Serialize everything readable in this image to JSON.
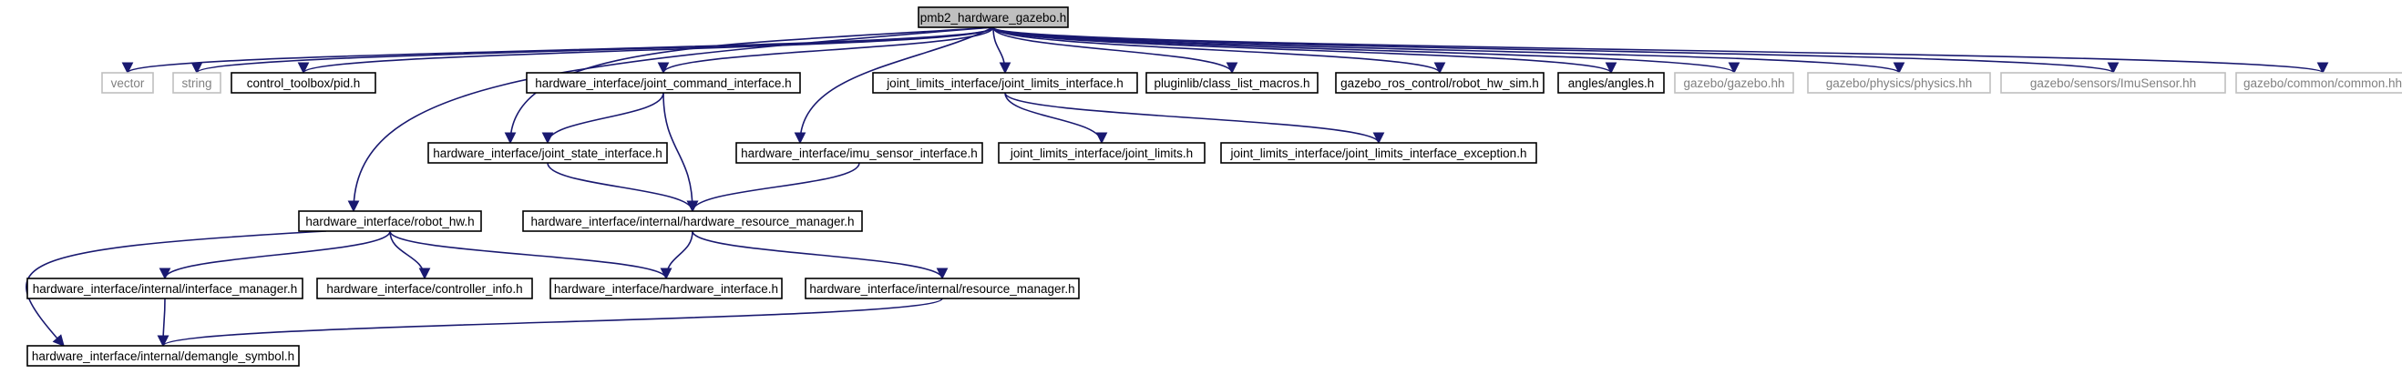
{
  "diagram": {
    "title": "",
    "nodes": {
      "root": "pmb2_hardware_gazebo.h",
      "vector": "vector",
      "string": "string",
      "pid": "control_toolbox/pid.h",
      "joint_command": "hardware_interface/joint_command_interface.h",
      "joint_limits_iface": "joint_limits_interface/joint_limits_interface.h",
      "class_list": "pluginlib/class_list_macros.h",
      "robot_hw_sim": "gazebo_ros_control/robot_hw_sim.h",
      "angles": "angles/angles.h",
      "gazebo": "gazebo/gazebo.hh",
      "physics": "gazebo/physics/physics.hh",
      "imu_sensor": "gazebo/sensors/ImuSensor.hh",
      "common": "gazebo/common/common.hh",
      "joint_state": "hardware_interface/joint_state_interface.h",
      "imu_iface": "hardware_interface/imu_sensor_interface.h",
      "joint_limits": "joint_limits_interface/joint_limits.h",
      "joint_limits_exc": "joint_limits_interface/joint_limits_interface_exception.h",
      "robot_hw": "hardware_interface/robot_hw.h",
      "hw_resource_mgr": "hardware_interface/internal/hardware_resource_manager.h",
      "interface_mgr": "hardware_interface/internal/interface_manager.h",
      "controller_info": "hardware_interface/controller_info.h",
      "hw_iface": "hardware_interface/hardware_interface.h",
      "resource_mgr": "hardware_interface/internal/resource_manager.h",
      "demangle": "hardware_interface/internal/demangle_symbol.h"
    },
    "external_nodes": [
      "vector",
      "string",
      "gazebo",
      "physics",
      "imu_sensor",
      "common"
    ],
    "edges": [
      [
        "root",
        "vector"
      ],
      [
        "root",
        "string"
      ],
      [
        "root",
        "pid"
      ],
      [
        "root",
        "joint_command"
      ],
      [
        "root",
        "joint_state"
      ],
      [
        "root",
        "robot_hw"
      ],
      [
        "root",
        "imu_iface"
      ],
      [
        "root",
        "joint_limits_iface"
      ],
      [
        "root",
        "class_list"
      ],
      [
        "root",
        "robot_hw_sim"
      ],
      [
        "root",
        "angles"
      ],
      [
        "root",
        "gazebo"
      ],
      [
        "root",
        "physics"
      ],
      [
        "root",
        "imu_sensor"
      ],
      [
        "root",
        "common"
      ],
      [
        "joint_command",
        "joint_state"
      ],
      [
        "joint_command",
        "hw_resource_mgr"
      ],
      [
        "joint_state",
        "hw_resource_mgr"
      ],
      [
        "imu_iface",
        "hw_resource_mgr"
      ],
      [
        "joint_limits_iface",
        "joint_limits"
      ],
      [
        "joint_limits_iface",
        "joint_limits_exc"
      ],
      [
        "robot_hw",
        "interface_mgr"
      ],
      [
        "robot_hw",
        "controller_info"
      ],
      [
        "robot_hw",
        "hw_iface"
      ],
      [
        "robot_hw",
        "demangle"
      ],
      [
        "hw_resource_mgr",
        "hw_iface"
      ],
      [
        "hw_resource_mgr",
        "resource_mgr"
      ],
      [
        "interface_mgr",
        "demangle"
      ],
      [
        "resource_mgr",
        "demangle"
      ]
    ]
  },
  "colors": {
    "edge": "#191970",
    "root_fill": "#bfbfbf",
    "node_border": "#000000",
    "external_border": "#bfbfbf",
    "external_text": "#808080"
  }
}
